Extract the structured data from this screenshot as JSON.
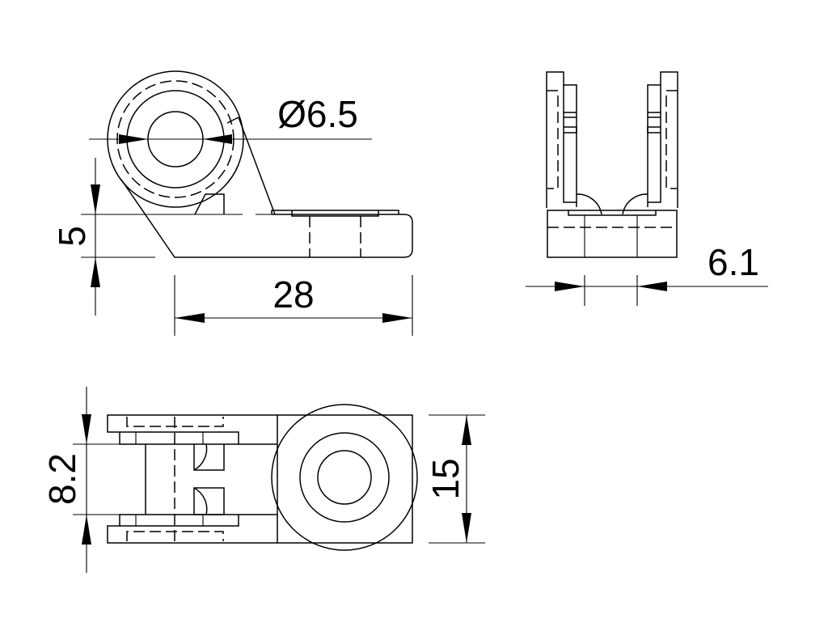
{
  "drawing": {
    "front_view": {
      "diameter_label": "Ø6.5",
      "height_label": "5",
      "length_label": "28"
    },
    "side_view": {
      "width_label": "6.1"
    },
    "top_view": {
      "gap_label": "8.2",
      "width_label": "15"
    },
    "line_color": "#000000",
    "background": "#ffffff"
  }
}
